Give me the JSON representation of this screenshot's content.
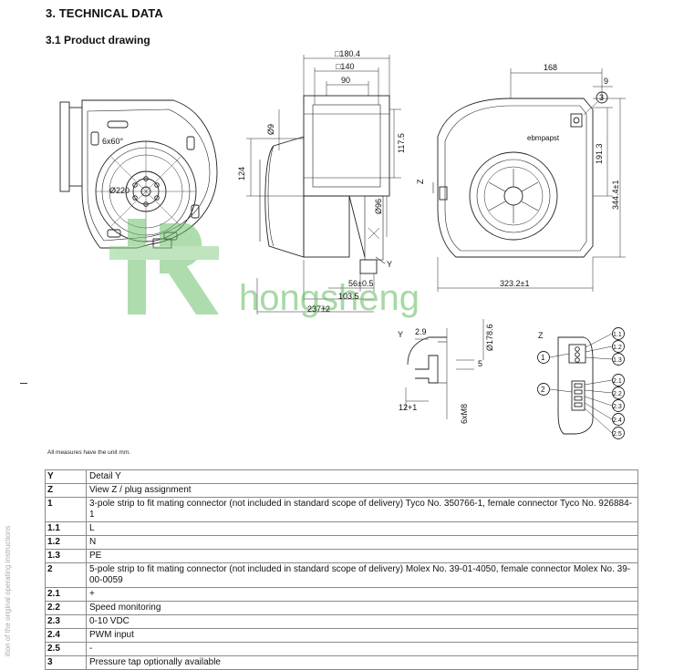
{
  "heading": "3. TECHNICAL DATA",
  "subheading": "3.1 Product drawing",
  "dims": {
    "d180": "□180.4",
    "d140": "□140",
    "d90": "90",
    "d9a": "Ø9",
    "d1175": "117.5",
    "d124": "124",
    "d96": "Ø96",
    "d56": "56±0.5",
    "d1035": "103.5",
    "d237": "237±2",
    "d168": "168",
    "d9b": "9",
    "d1913": "191.3",
    "d3444": "344.4±1",
    "d3232": "323.2±1",
    "d220": "Ø220",
    "d6x60": "6x60°",
    "labelZ": "Z",
    "labelY": "Y",
    "circle3": "3"
  },
  "detailY": {
    "label": "Y",
    "d29": "2.9",
    "d1786": "Ø178.6",
    "d5": "5",
    "d12": "12+1",
    "m8": "6xM8"
  },
  "viewZ": {
    "label": "Z",
    "c1": "1",
    "c2": "2",
    "pins1": [
      "1.1",
      "1.2",
      "1.3"
    ],
    "pins2": [
      "2.1",
      "2.2",
      "2.3",
      "2.4",
      "2.5"
    ]
  },
  "brand": "ebmpapst",
  "watermark": "hongsheng",
  "note": "All measures have the unit mm.",
  "side_text": "ition of the original operating instructions",
  "legend": [
    {
      "key": "Y",
      "value": "Detail Y"
    },
    {
      "key": "Z",
      "value": "View Z / plug assignment"
    },
    {
      "key": "1",
      "value": "3-pole strip to fit mating connector (not included in standard scope of delivery) Tyco No. 350766-1, female connector Tyco No. 926884-1"
    },
    {
      "key": "1.1",
      "value": "L"
    },
    {
      "key": "1.2",
      "value": "N"
    },
    {
      "key": "1.3",
      "value": "PE"
    },
    {
      "key": "2",
      "value": "5-pole strip to fit mating connector (not included in standard scope of delivery) Molex No. 39-01-4050, female connector Molex No. 39-00-0059"
    },
    {
      "key": "2.1",
      "value": "+"
    },
    {
      "key": "2.2",
      "value": "Speed monitoring"
    },
    {
      "key": "2.3",
      "value": "0-10 VDC"
    },
    {
      "key": "2.4",
      "value": "PWM input"
    },
    {
      "key": "2.5",
      "value": "-"
    },
    {
      "key": "3",
      "value": "Pressure tap optionally available"
    }
  ],
  "colors": {
    "line": "#222222",
    "watermark": "#6ec06b",
    "table_border": "#8a8a8a"
  }
}
